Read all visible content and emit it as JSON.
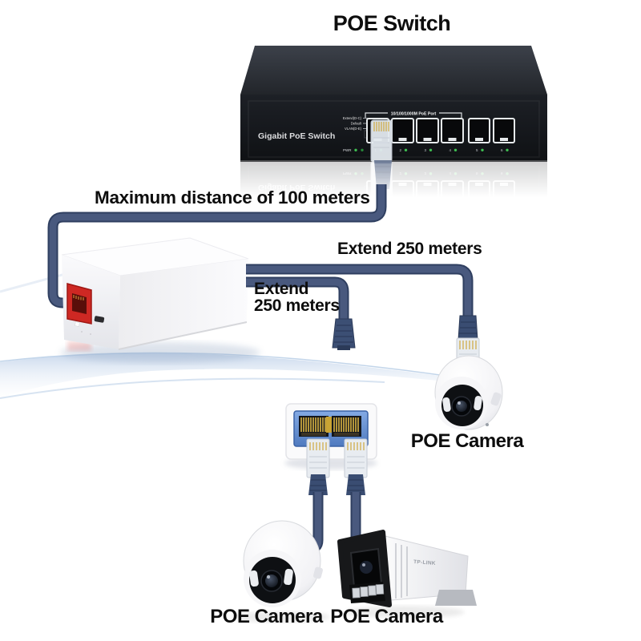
{
  "title": "POE Switch",
  "annotations": {
    "max_distance": "Maximum distance of 100 meters",
    "extend_right": "Extend 250 meters",
    "extend_left_line1": "Extend",
    "extend_left_line2": "250 meters"
  },
  "switch": {
    "front_label": "Gigabit PoE Switch",
    "poe_ports_label": "10/100/1000M PoE Port",
    "dip_labels": [
      "Extend(D-C)",
      "Default",
      "VLAN(D-E)"
    ],
    "pwr_label": "PWR",
    "port_numbers": [
      "1",
      "2",
      "3",
      "4",
      "5",
      "6"
    ]
  },
  "cameras": {
    "right_label": "POE Camera",
    "bottom_left_label": "POE Camera",
    "bottom_right_label": "POE Camera",
    "bottom_right_brand": "TP-LINK"
  },
  "colors": {
    "cable": "#49597e",
    "cable_dark": "#2f3f60",
    "switch_body": "#17191d",
    "extender_port_red": "#ce2823",
    "splitter_face_blue": "#5f8ace",
    "led_green": "#3fbf52",
    "wave_blue": "#a9c3e2",
    "label_text": "#0d0d0d"
  }
}
